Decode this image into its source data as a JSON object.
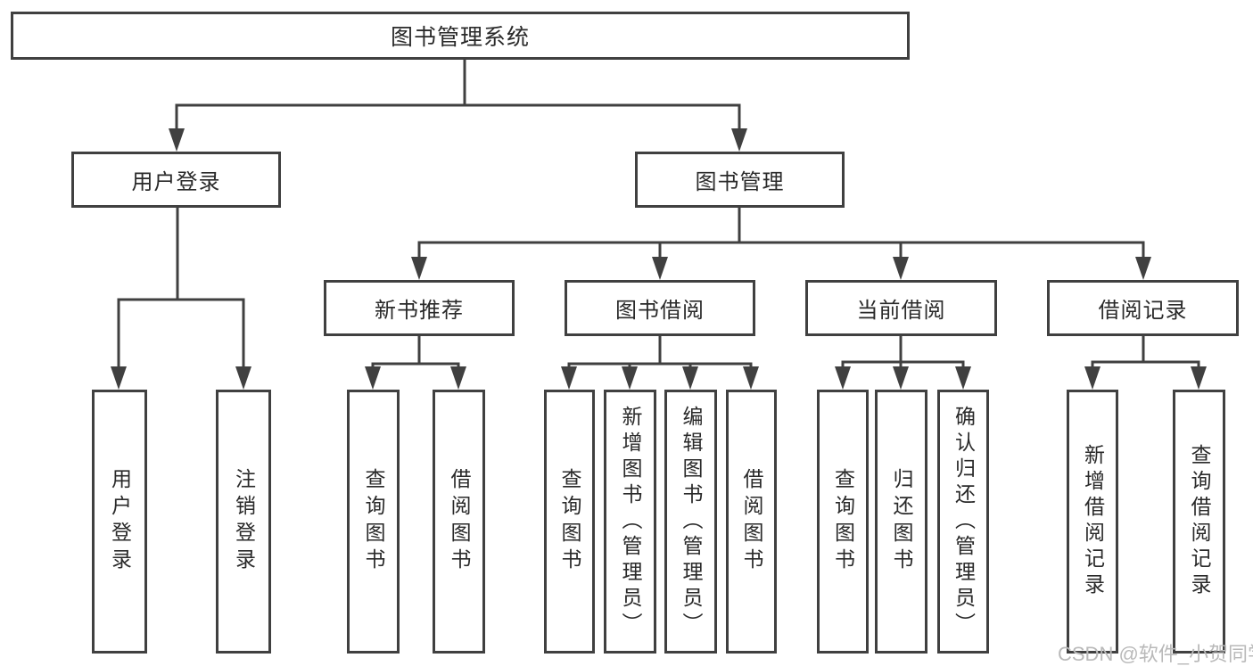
{
  "diagram": {
    "type": "hierarchy-tree",
    "root": {
      "label": "图书管理系统"
    },
    "level2": [
      {
        "id": "user-login",
        "label": "用户登录"
      },
      {
        "id": "book-management",
        "label": "图书管理"
      }
    ],
    "level3": [
      {
        "id": "new-book-recommend",
        "label": "新书推荐",
        "parent": "图书管理"
      },
      {
        "id": "book-borrow",
        "label": "图书借阅",
        "parent": "图书管理"
      },
      {
        "id": "current-borrow",
        "label": "当前借阅",
        "parent": "图书管理"
      },
      {
        "id": "borrow-record",
        "label": "借阅记录",
        "parent": "图书管理"
      }
    ],
    "leaves": {
      "user_login": [
        {
          "label": "用户登录"
        },
        {
          "label": "注销登录"
        }
      ],
      "new_book": [
        {
          "label": "查询图书"
        },
        {
          "label": "借阅图书"
        }
      ],
      "book_borrow": [
        {
          "label": "查询图书"
        },
        {
          "label": "新增图书（管理员）"
        },
        {
          "label": "编辑图书（管理员）"
        },
        {
          "label": "借阅图书"
        }
      ],
      "current_borrow": [
        {
          "label": "查询图书"
        },
        {
          "label": "归还图书"
        },
        {
          "label": "确认归还（管理员）"
        }
      ],
      "borrow_record": [
        {
          "label": "新增借阅记录"
        },
        {
          "label": "查询借阅记录"
        }
      ]
    },
    "colors": {
      "line": "#404040",
      "text": "#2a2a2a",
      "watermark": "#b9b9b9",
      "background": "#ffffff"
    }
  },
  "watermark": {
    "text": "CSDN @软件_小贺同学"
  }
}
